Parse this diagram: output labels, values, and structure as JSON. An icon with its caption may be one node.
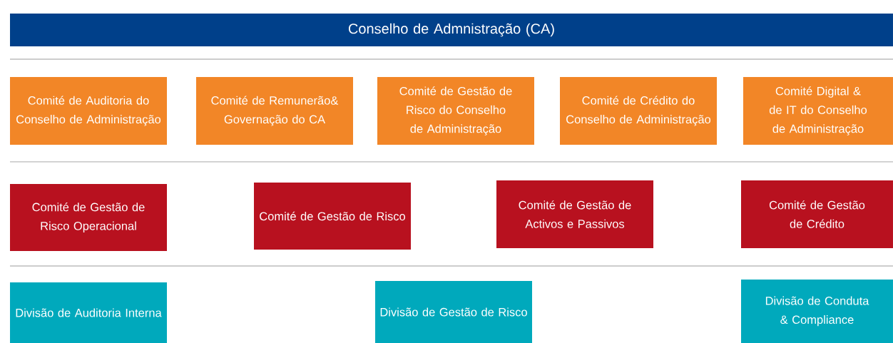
{
  "diagram": {
    "nodes": [
      {
        "text": [
          "Conselho de Admnistração (CA)"
        ]
      },
      {
        "text": [
          "Comité de Auditoria do Conselho de Administração"
        ]
      },
      {
        "text": [
          "Comité de Remunerão& Governação do CA"
        ]
      },
      {
        "text": [
          "Comité de Gestão de Risco do Conselho de Administração"
        ]
      },
      {
        "text": [
          "Comité de Crédito do Conselho de Administração"
        ]
      },
      {
        "text": [
          "Comité Digital & de IT do Conselho de Administração"
        ]
      },
      {
        "text": [
          "Comité de Gestão de Risco Operacional"
        ]
      },
      {
        "text": [
          "Comité de Gestão de Risco"
        ]
      },
      {
        "text": [
          "Comité de Gestão de Activos e Passivos"
        ]
      },
      {
        "text": [
          "Comité de Gestão de Crédito"
        ]
      },
      {
        "text": [
          "Divisão de Auditoria Interna"
        ]
      },
      {
        "text": [
          "Divisão de Gestão de Risco"
        ]
      },
      {
        "text": [
          "Divisão de Conduta & Compliance"
        ]
      }
    ]
  }
}
